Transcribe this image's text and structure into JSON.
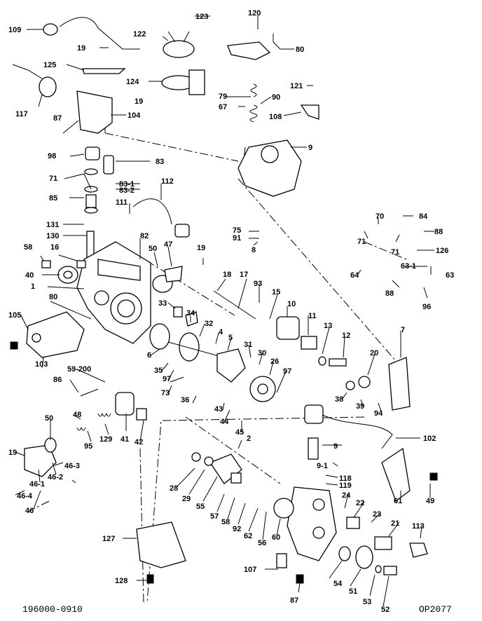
{
  "diagram": {
    "part_numbers": [
      "123",
      "120",
      "109",
      "122",
      "19",
      "80",
      "125",
      "124",
      "121",
      "117",
      "104",
      "19",
      "79",
      "90",
      "87",
      "108",
      "67",
      "9",
      "98",
      "83",
      "83-1",
      "83-2",
      "71",
      "112",
      "85",
      "111",
      "84",
      "70",
      "88",
      "131",
      "75",
      "71",
      "130",
      "91",
      "71",
      "126",
      "82",
      "58",
      "16",
      "50",
      "47",
      "8",
      "19",
      "63-1",
      "40",
      "1",
      "18",
      "17",
      "63",
      "64",
      "88",
      "96",
      "93",
      "15",
      "80",
      "33",
      "34",
      "10",
      "11",
      "13",
      "7",
      "105",
      "32",
      "4",
      "12",
      "5",
      "31",
      "30",
      "20",
      "6",
      "26",
      "97",
      "103",
      "35",
      "97",
      "38",
      "39",
      "94",
      "73",
      "36",
      "59-200",
      "86",
      "43",
      "44",
      "45",
      "48",
      "102",
      "50",
      "41",
      "42",
      "2",
      "9",
      "9-1",
      "129",
      "95",
      "118",
      "119",
      "61",
      "19",
      "46-1",
      "46-2",
      "46-3",
      "28",
      "29",
      "55",
      "57",
      "58",
      "62",
      "56",
      "60",
      "92",
      "24",
      "22",
      "23",
      "21",
      "113",
      "49",
      "46-4",
      "46",
      "127",
      "107",
      "54",
      "51",
      "53",
      "52",
      "128",
      "87"
    ]
  },
  "footer": {
    "left_code": "196000-0910",
    "right_code": "OP2077"
  }
}
